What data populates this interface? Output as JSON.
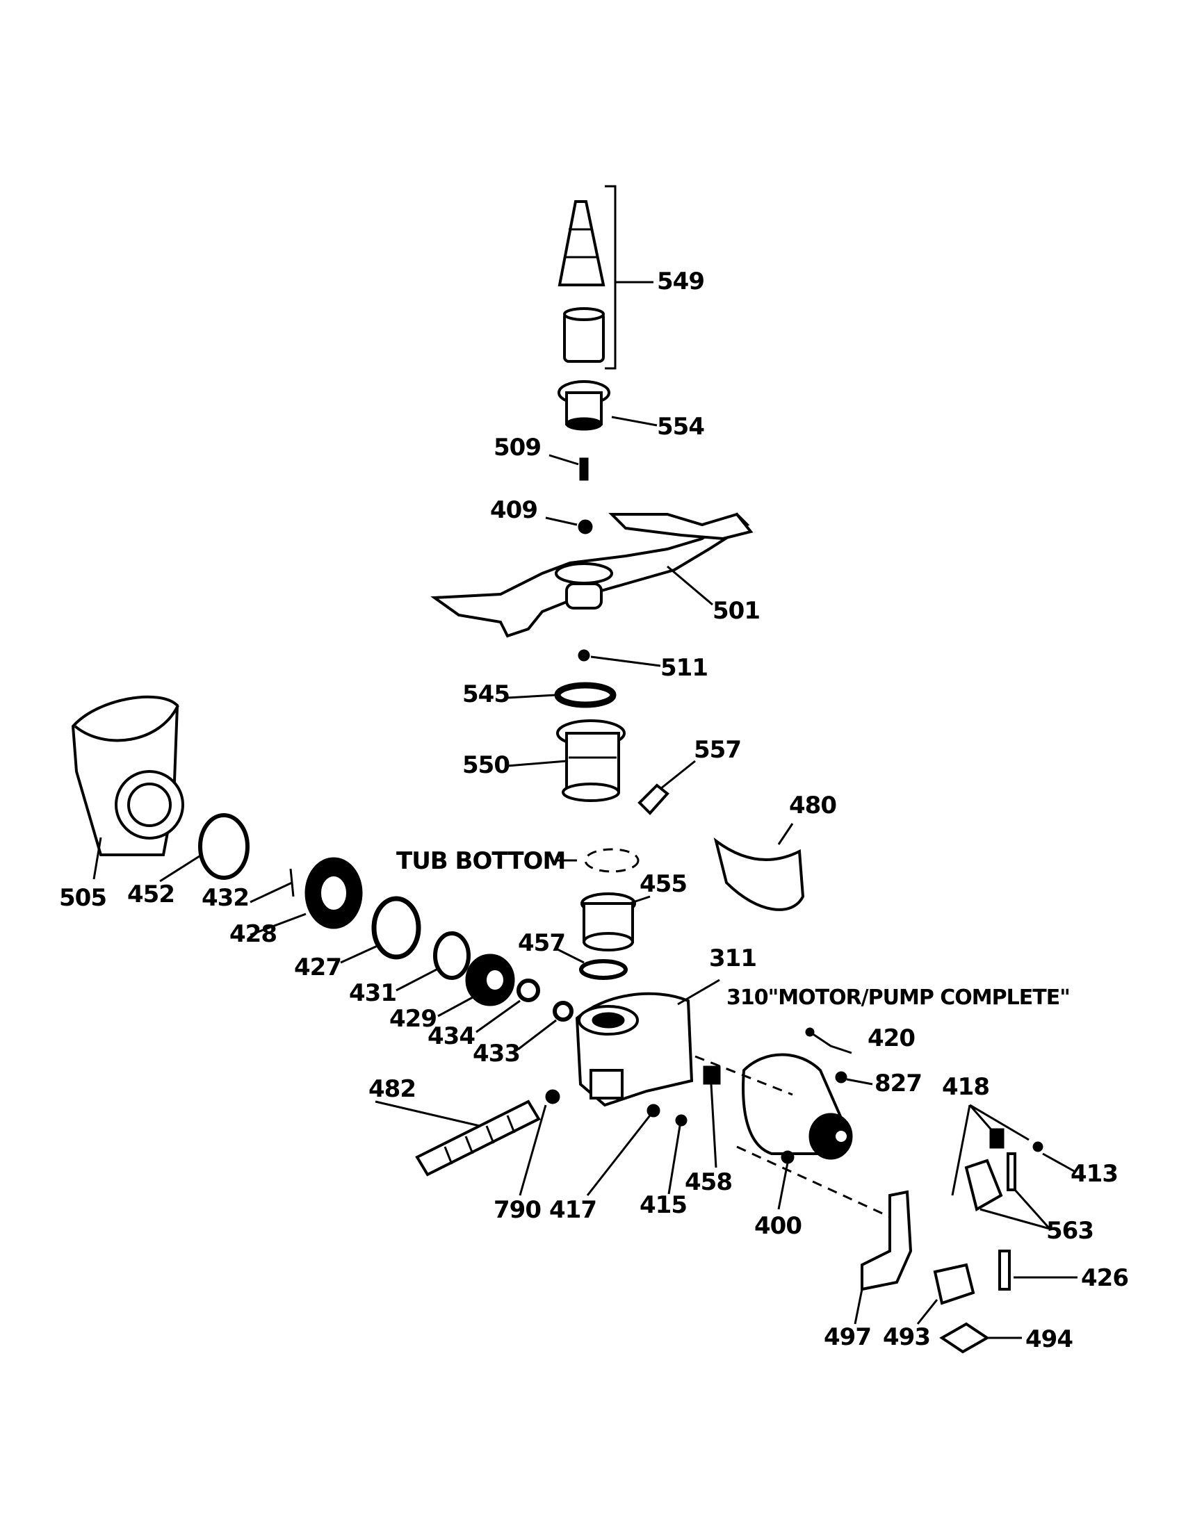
{
  "callouts": {
    "p549": "549",
    "p554": "554",
    "p509": "509",
    "p409": "409",
    "p501": "501",
    "p511": "511",
    "p545": "545",
    "p550": "550",
    "p557": "557",
    "p480": "480",
    "p505": "505",
    "p452": "452",
    "p432": "432",
    "p428": "428",
    "p427": "427",
    "p431": "431",
    "p429": "429",
    "p434": "434",
    "p433": "433",
    "p455": "455",
    "p457": "457",
    "p311": "311",
    "p420": "420",
    "p827": "827",
    "p418": "418",
    "p413": "413",
    "p482": "482",
    "p790": "790",
    "p417": "417",
    "p415": "415",
    "p458": "458",
    "p400": "400",
    "p563": "563",
    "p426": "426",
    "p497": "497",
    "p493": "493",
    "p494": "494"
  },
  "tub_bottom_label": "TUB BOTTOM",
  "motor_pump_label": "310\"MOTOR/PUMP COMPLETE\""
}
